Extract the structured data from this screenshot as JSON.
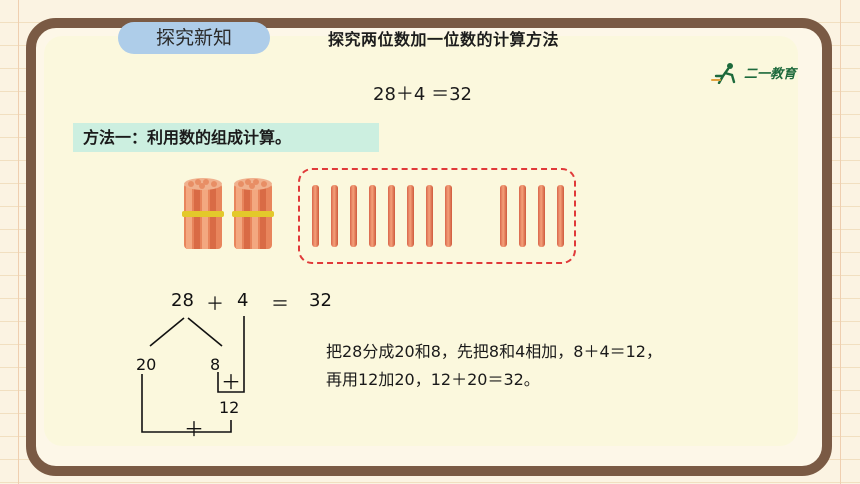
{
  "topic_label": "探究新知",
  "heading": "探究两位数加一位数的计算方法",
  "logo_text": "二一教育",
  "equation_top": "28＋4 ＝32",
  "method_label": "方法一：利用数的组成计算。",
  "sticks": {
    "bundles": 2,
    "singles_group1": 8,
    "singles_group2": 4
  },
  "decomposition": {
    "eq_a": "28",
    "eq_plus": "＋",
    "eq_b": "4",
    "eq_equals": "＝",
    "eq_result": "32",
    "part_tens": "20",
    "part_ones": "8",
    "plus_1": "＋",
    "sum_12": "12",
    "plus_2": "＋"
  },
  "explanation": [
    "把28分成20和8，先把8和4相加，8＋4＝12，",
    "再用12加20，12＋20＝32。"
  ]
}
